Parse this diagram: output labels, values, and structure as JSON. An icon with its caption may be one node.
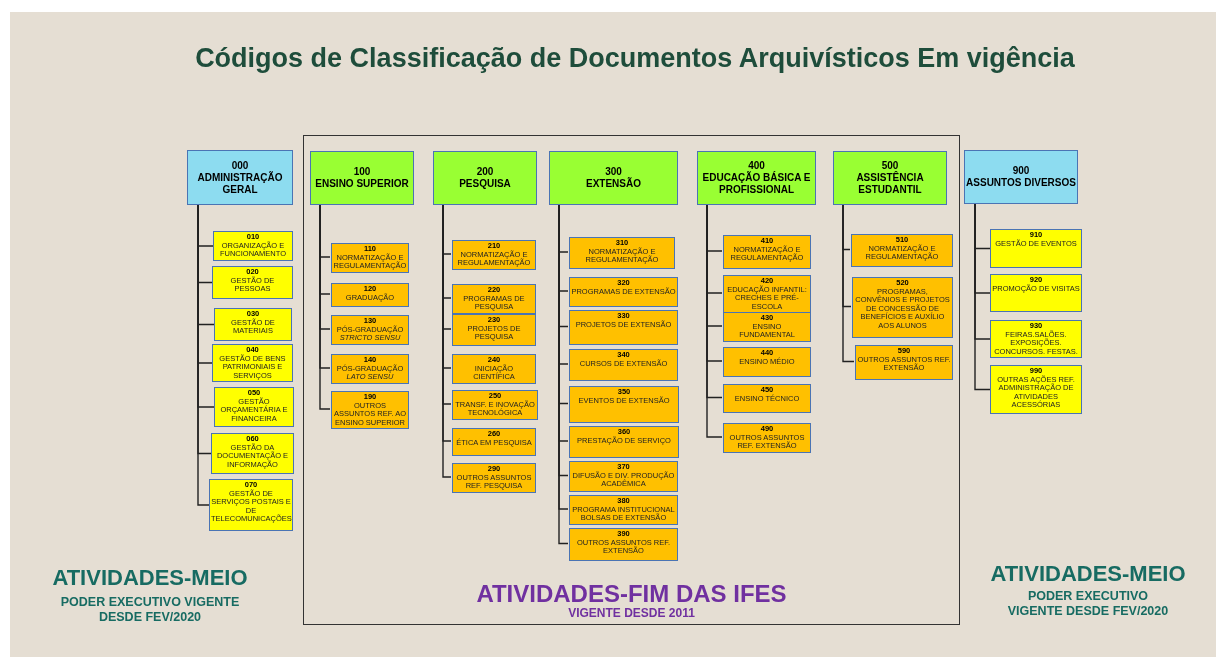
{
  "diagram": {
    "title": "Códigos de Classificação de Documentos Arquivísticos Em vigência",
    "nodes": [
      {
        "text": [
          "000",
          "ADMINISTRAÇÃO GERAL"
        ]
      },
      {
        "text": [
          "010",
          "ORGANIZAÇÃO E FUNCIONAMENTO"
        ]
      },
      {
        "text": [
          "020",
          "GESTÃO DE PESSOAS"
        ]
      },
      {
        "text": [
          "030",
          "GESTÃO DE MATERIAIS"
        ]
      },
      {
        "text": [
          "040",
          "GESTÃO DE BENS PATRIMONIAIS E SERVIÇOS"
        ]
      },
      {
        "text": [
          "050",
          "GESTÃO ORÇAMENTÁRIA E FINANCEIRA"
        ]
      },
      {
        "text": [
          "060",
          "GESTÃO DA DOCUMENTAÇÃO E INFORMAÇÃO"
        ]
      },
      {
        "text": [
          "070",
          "GESTÃO DE SERVIÇOS POSTAIS E DE TELECOMUNICAÇÕES"
        ]
      },
      {
        "text": [
          "ATIVIDADES-FIM DAS IFES",
          "VIGENTE DESDE 2011"
        ]
      },
      {
        "text": [
          "100",
          "ENSINO SUPERIOR"
        ],
        "in": 8
      },
      {
        "text": [
          "110",
          "NORMATIZAÇÃO E REGULAMENTAÇÃO"
        ],
        "in": 8
      },
      {
        "text": [
          "120",
          "GRADUAÇÃO"
        ],
        "in": 8
      },
      {
        "text": [
          "130",
          "PÓS-GRADUAÇÃO *STRICTO SENSU*"
        ],
        "in": 8
      },
      {
        "text": [
          "140",
          "PÓS-GRADUAÇÃO *LATO SENSU*"
        ],
        "in": 8
      },
      {
        "text": [
          "190",
          "OUTROS ASSUNTOS REF. AO ENSINO SUPERIOR"
        ],
        "in": 8
      },
      {
        "text": [
          "200",
          "PESQUISA"
        ],
        "in": 8
      },
      {
        "text": [
          "210",
          "NORMATIZAÇÃO E REGULAMENTAÇÃO"
        ],
        "in": 8
      },
      {
        "text": [
          "220",
          "PROGRAMAS DE PESQUISA"
        ],
        "in": 8
      },
      {
        "text": [
          "230",
          "PROJETOS DE PESQUISA"
        ],
        "in": 8
      },
      {
        "text": [
          "240",
          "INICIAÇÃO CIENTÍFICA"
        ],
        "in": 8
      },
      {
        "text": [
          "250",
          "TRANSF. E INOVAÇÃO TECNOLÓGICA"
        ],
        "in": 8
      },
      {
        "text": [
          "260",
          "ÉTICA EM PESQUISA"
        ],
        "in": 8
      },
      {
        "text": [
          "290",
          "OUTROS ASSUNTOS REF. PESQUISA"
        ],
        "in": 8
      },
      {
        "text": [
          "300",
          "EXTENSÃO"
        ],
        "in": 8
      },
      {
        "text": [
          "310",
          "NORMATIZAÇÃO E REGULAMENTAÇÃO"
        ],
        "in": 8
      },
      {
        "text": [
          "320",
          "PROGRAMAS DE EXTENSÃO"
        ],
        "in": 8
      },
      {
        "text": [
          "330",
          "PROJETOS DE EXTENSÃO"
        ],
        "in": 8
      },
      {
        "text": [
          "340",
          "CURSOS DE EXTENSÃO"
        ],
        "in": 8
      },
      {
        "text": [
          "350",
          "EVENTOS DE EXTENSÃO"
        ],
        "in": 8
      },
      {
        "text": [
          "360",
          "PRESTAÇÃO DE SERVIÇO"
        ],
        "in": 8
      },
      {
        "text": [
          "370",
          "DIFUSÃO E DIV. PRODUÇÃO ACADÊMICA"
        ],
        "in": 8
      },
      {
        "text": [
          "380",
          "PROGRAMA INSTITUCIONAL BOLSAS DE EXTENSÃO"
        ],
        "in": 8
      },
      {
        "text": [
          "390",
          "OUTROS ASSUNTOS REF. EXTENSÃO"
        ],
        "in": 8
      },
      {
        "text": [
          "400",
          "EDUCAÇÃO BÁSICA E PROFISSIONAL"
        ],
        "in": 8
      },
      {
        "text": [
          "410",
          "NORMATIZAÇÃO E REGULAMENTAÇÃO"
        ],
        "in": 8
      },
      {
        "text": [
          "420",
          "EDUCAÇÃO INFANTIL: CRECHES E PRÉ-ESCOLA"
        ],
        "in": 8
      },
      {
        "text": [
          "430",
          "ENSINO FUNDAMENTAL"
        ],
        "in": 8
      },
      {
        "text": [
          "440",
          "ENSINO MÉDIO"
        ],
        "in": 8
      },
      {
        "text": [
          "450",
          "ENSINO TÉCNICO"
        ],
        "in": 8
      },
      {
        "text": [
          "490",
          "OUTROS ASSUNTOS REF. EXTENSÃO"
        ],
        "in": 8
      },
      {
        "text": [
          "500",
          "ASSISTÊNCIA ESTUDANTIL"
        ],
        "in": 8
      },
      {
        "text": [
          "510",
          "NORMATIZAÇÃO E REGULAMENTAÇÃO"
        ],
        "in": 8
      },
      {
        "text": [
          "520",
          "PROGRAMAS, CONVÊNIOS E PROJETOS DE CONCESSÃO DE BENEFÍCIOS E AUXÍLIO AOS ALUNOS"
        ],
        "in": 8
      },
      {
        "text": [
          "590",
          "OUTROS ASSUNTOS REF. EXTENSÃO"
        ],
        "in": 8
      },
      {
        "text": [
          "900",
          "ASSUNTOS DIVERSOS"
        ]
      },
      {
        "text": [
          "910",
          "GESTÃO DE EVENTOS"
        ]
      },
      {
        "text": [
          "920",
          "PROMOÇÃO DE VISITAS"
        ]
      },
      {
        "text": [
          "930",
          "FEIRAS.SALÕES. EXPOSIÇÕES. CONCURSOS. FESTAS."
        ]
      },
      {
        "text": [
          "990",
          "OUTRAS AÇÕES REF. ADMINISTRAÇÃO DE ATIVIDADES ACESSÓRIAS"
        ]
      }
    ],
    "edges": [
      {
        "from": 0,
        "to": 1,
        "arrow": "none"
      },
      {
        "from": 0,
        "to": 2,
        "arrow": "none"
      },
      {
        "from": 0,
        "to": 3,
        "arrow": "none"
      },
      {
        "from": 0,
        "to": 4,
        "arrow": "none"
      },
      {
        "from": 0,
        "to": 5,
        "arrow": "none"
      },
      {
        "from": 0,
        "to": 6,
        "arrow": "none"
      },
      {
        "from": 0,
        "to": 7,
        "arrow": "none"
      },
      {
        "from": 9,
        "to": 10,
        "arrow": "none"
      },
      {
        "from": 9,
        "to": 11,
        "arrow": "none"
      },
      {
        "from": 9,
        "to": 12,
        "arrow": "none"
      },
      {
        "from": 9,
        "to": 13,
        "arrow": "none"
      },
      {
        "from": 9,
        "to": 14,
        "arrow": "none"
      },
      {
        "from": 15,
        "to": 16,
        "arrow": "none"
      },
      {
        "from": 15,
        "to": 17,
        "arrow": "none"
      },
      {
        "from": 15,
        "to": 18,
        "arrow": "none"
      },
      {
        "from": 15,
        "to": 19,
        "arrow": "none"
      },
      {
        "from": 15,
        "to": 20,
        "arrow": "none"
      },
      {
        "from": 15,
        "to": 21,
        "arrow": "none"
      },
      {
        "from": 15,
        "to": 22,
        "arrow": "none"
      },
      {
        "from": 23,
        "to": 24,
        "arrow": "none"
      },
      {
        "from": 23,
        "to": 25,
        "arrow": "none"
      },
      {
        "from": 23,
        "to": 26,
        "arrow": "none"
      },
      {
        "from": 23,
        "to": 27,
        "arrow": "none"
      },
      {
        "from": 23,
        "to": 28,
        "arrow": "none"
      },
      {
        "from": 23,
        "to": 29,
        "arrow": "none"
      },
      {
        "from": 23,
        "to": 30,
        "arrow": "none"
      },
      {
        "from": 23,
        "to": 31,
        "arrow": "none"
      },
      {
        "from": 23,
        "to": 32,
        "arrow": "none"
      },
      {
        "from": 33,
        "to": 34,
        "arrow": "none"
      },
      {
        "from": 33,
        "to": 35,
        "arrow": "none"
      },
      {
        "from": 33,
        "to": 36,
        "arrow": "none"
      },
      {
        "from": 33,
        "to": 37,
        "arrow": "none"
      },
      {
        "from": 33,
        "to": 38,
        "arrow": "none"
      },
      {
        "from": 33,
        "to": 39,
        "arrow": "none"
      },
      {
        "from": 40,
        "to": 41,
        "arrow": "none"
      },
      {
        "from": 40,
        "to": 42,
        "arrow": "none"
      },
      {
        "from": 40,
        "to": 43,
        "arrow": "none"
      },
      {
        "from": 44,
        "to": 45,
        "arrow": "none"
      },
      {
        "from": 44,
        "to": 46,
        "arrow": "none"
      },
      {
        "from": 44,
        "to": 47,
        "arrow": "none"
      },
      {
        "from": 44,
        "to": 48,
        "arrow": "none"
      }
    ],
    "labels": [
      "ATIVIDADES-MEIO",
      "PODER EXECUTIVO VIGENTE DESDE FEV/2020",
      "ATIVIDADES-MEIO",
      "PODER EXECUTIVO VIGENTE DESDE FEV/2020"
    ]
  }
}
